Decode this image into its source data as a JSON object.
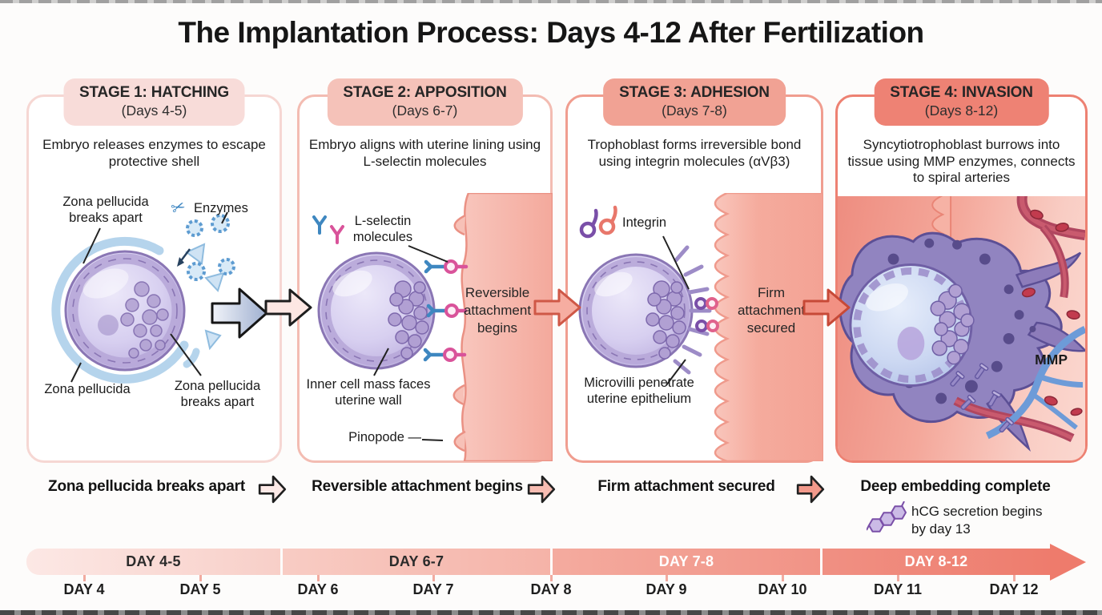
{
  "title": "The Implantation Process: Days 4-12 After Fertilization",
  "colors": {
    "stage1_header": "#f8dcd9",
    "stage2_header": "#f5c2b9",
    "stage3_header": "#f1a294",
    "stage4_header": "#ee8274",
    "timeline_start": "#fce8e5",
    "timeline_end": "#ee7c6d"
  },
  "stages": [
    {
      "header": "STAGE 1: HATCHING",
      "days": "(Days 4-5)",
      "description": "Embryo releases enzymes to escape protective shell",
      "summary": "Zona pellucida breaks apart",
      "timeline_label": "DAY 4-5",
      "annotations": {
        "top": "Zona pellucida breaks apart",
        "enzymes": "Enzymes",
        "bottom_left": "Zona pellucida",
        "bottom_right": "Zona pellucida breaks apart"
      }
    },
    {
      "header": "STAGE 2: APPOSITION",
      "days": "(Days 6-7)",
      "description": "Embryo aligns with uterine lining using L-selectin molecules",
      "summary": "Reversible attachment begins",
      "timeline_label": "DAY 6-7",
      "annotations": {
        "molecules": "L-selectin molecules",
        "wall": "Reversible attachment begins",
        "icm": "Inner cell mass faces uterine wall",
        "pinopode": "Pinopode —"
      }
    },
    {
      "header": "STAGE 3: ADHESION",
      "days": "(Days 7-8)",
      "description": "Trophoblast forms irreversible bond using integrin molecules (αVβ3)",
      "summary": "Firm attachment secured",
      "timeline_label": "DAY 7-8",
      "annotations": {
        "integrin": "Integrin",
        "wall": "Firm attachment secured",
        "microvilli": "Microvilli penetrate uterine epithelium"
      }
    },
    {
      "header": "STAGE 4: INVASION",
      "days": "(Days 8-12)",
      "description": "Syncytiotrophoblast burrows into tissue using MMP enzymes, connects to spiral arteries",
      "summary": "Deep embedding complete",
      "timeline_label": "DAY 8-12",
      "annotations": {
        "mmp": "MMP"
      }
    }
  ],
  "hcg_note": {
    "line1": "hCG secretion begins",
    "line2": "by day 13"
  },
  "timeline": {
    "day_ticks": [
      "DAY 4",
      "DAY 5",
      "DAY 6",
      "DAY 7",
      "DAY 8",
      "DAY 9",
      "DAY 10",
      "DAY 11",
      "DAY 12"
    ]
  }
}
